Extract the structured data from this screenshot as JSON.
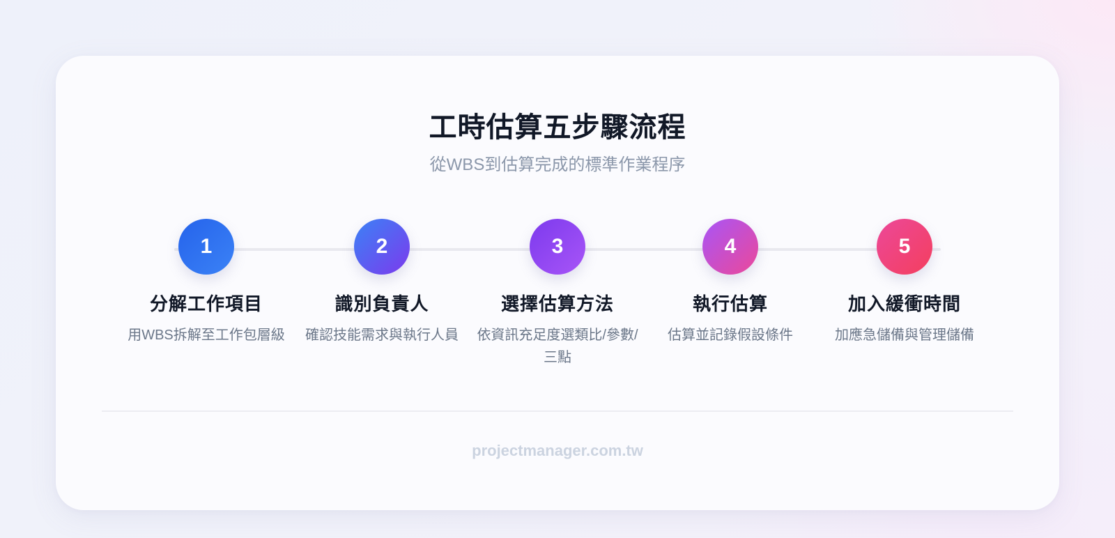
{
  "header": {
    "title": "工時估算五步驟流程",
    "subtitle": "從WBS到估算完成的標準作業程序"
  },
  "steps": [
    {
      "number": "1",
      "title": "分解工作項目",
      "description": "用WBS拆解至工作包層級",
      "gradient": [
        "#2563eb",
        "#3b82f6"
      ]
    },
    {
      "number": "2",
      "title": "識別負責人",
      "description": "確認技能需求與執行人員",
      "gradient": [
        "#3b82f6",
        "#7c3aed"
      ]
    },
    {
      "number": "3",
      "title": "選擇估算方法",
      "description": "依資訊充足度選類比/參數/三點",
      "gradient": [
        "#7c3aed",
        "#a855f7"
      ]
    },
    {
      "number": "4",
      "title": "執行估算",
      "description": "估算並記錄假設條件",
      "gradient": [
        "#a855f7",
        "#ec4899"
      ]
    },
    {
      "number": "5",
      "title": "加入緩衝時間",
      "description": "加應急儲備與管理儲備",
      "gradient": [
        "#ec4899",
        "#f43f5e"
      ]
    }
  ],
  "footer": {
    "site": "projectmanager.com.tw"
  },
  "colors": {
    "title": "#111827",
    "subtitle": "#8b97aa",
    "description": "#6b7789",
    "footer": "#cbd3e0",
    "track": "#e9e9ef"
  }
}
